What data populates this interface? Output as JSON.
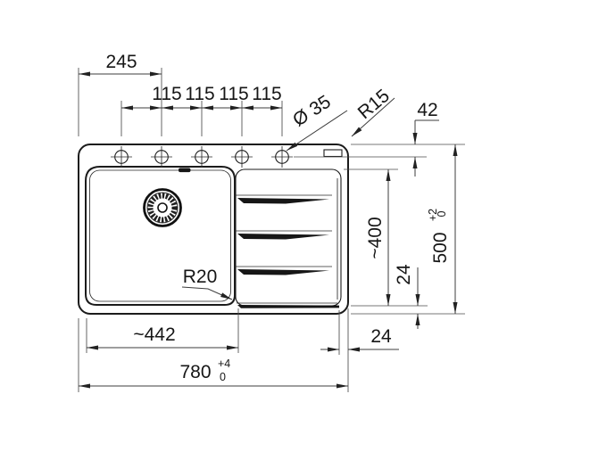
{
  "dimensions": {
    "edge_to_second_hole": "245",
    "hole_spacings": [
      "115",
      "115",
      "115",
      "115"
    ],
    "tap_hole_diameter": "Ø 35",
    "outer_corner_radius": "R15",
    "top_edge_to_hole_axis": "42",
    "drainer_length": "~400",
    "bottom_rim_width": "24",
    "overall_depth": {
      "value": "500",
      "tol_upper": "+2",
      "tol_lower": "0"
    },
    "bowl_corner_radius": "R20",
    "bowl_width": "~442",
    "overall_width": {
      "value": "780",
      "tol_upper": "+4",
      "tol_lower": "0"
    },
    "right_rim_width": "24"
  }
}
